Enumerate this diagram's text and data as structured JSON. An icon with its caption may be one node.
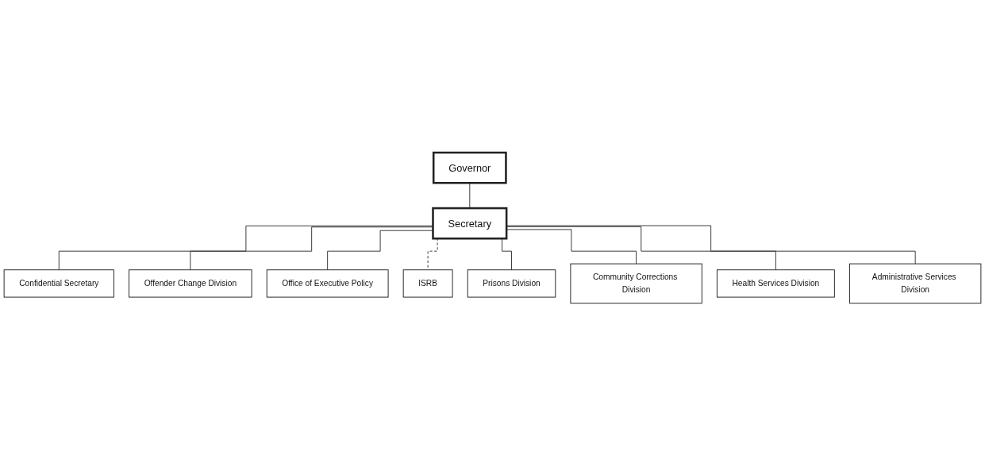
{
  "diagram": {
    "nodes": [
      {
        "text": [
          "Governor"
        ]
      },
      {
        "text": [
          "Secretary"
        ]
      },
      {
        "text": [
          "Confidential Secretary"
        ]
      },
      {
        "text": [
          "ISRB"
        ]
      },
      {
        "text": [
          "Offender Change Division"
        ]
      },
      {
        "text": [
          "Office of Executive Policy"
        ]
      },
      {
        "text": [
          "Prisons Division"
        ]
      },
      {
        "text": [
          "Community Corrections Division"
        ]
      },
      {
        "text": [
          "Health Services Division"
        ]
      },
      {
        "text": [
          "Administrative Services Division"
        ]
      }
    ],
    "edges": [
      {
        "from": 0,
        "to": 1,
        "arrow": "none"
      },
      {
        "from": 1,
        "to": 2,
        "arrow": "none"
      },
      {
        "from": 1,
        "to": 4,
        "arrow": "none"
      },
      {
        "from": 1,
        "to": 5,
        "arrow": "none"
      },
      {
        "from": 1,
        "to": 3,
        "arrow": "none",
        "style": "dashed"
      },
      {
        "from": 1,
        "to": 6,
        "arrow": "none"
      },
      {
        "from": 1,
        "to": 7,
        "arrow": "none"
      },
      {
        "from": 1,
        "to": 8,
        "arrow": "none"
      },
      {
        "from": 1,
        "to": 9,
        "arrow": "none"
      }
    ]
  }
}
